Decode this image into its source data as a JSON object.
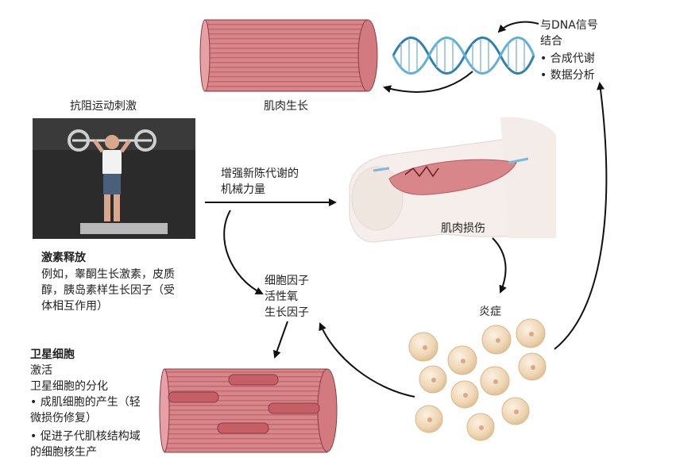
{
  "dna_note": {
    "line1": "与DNA信号",
    "line2": "结合",
    "bullet1": "• 合成代谢",
    "bullet2": "• 数据分析"
  },
  "muscle_growth": "肌肉生长",
  "resistance_stimulus": "抗阻运动刺激",
  "mechanical_force": {
    "line1": "增强新陈代谢的",
    "line2": "机械力量"
  },
  "muscle_damage": "肌肉损伤",
  "hormone_release": {
    "title": "激素释放",
    "line1": "例如，睾酮生长激素，皮质",
    "line2": "醇，胰岛素样生长因子（受",
    "line3": "体相互作用）"
  },
  "factors": {
    "line1": "细胞因子",
    "line2": "活性氧",
    "line3": "生长因子"
  },
  "inflammation": "炎症",
  "satellite_cells": {
    "title": "卫星细胞",
    "line1": "激活",
    "line2": "卫星细胞的分化",
    "bullet1": "• 成肌细胞的产生（轻",
    "bullet1b": "  微损伤修复）",
    "bullet2": "• 促进子代肌核结构域",
    "bullet2b": "  的细胞核生产"
  },
  "colors": {
    "muscle_fiber": "#d9868a",
    "muscle_stripe": "#c46a70",
    "dna_blue": "#2f7fb0",
    "cell_fill": "#f1dcbf",
    "arrow": "#111111"
  }
}
